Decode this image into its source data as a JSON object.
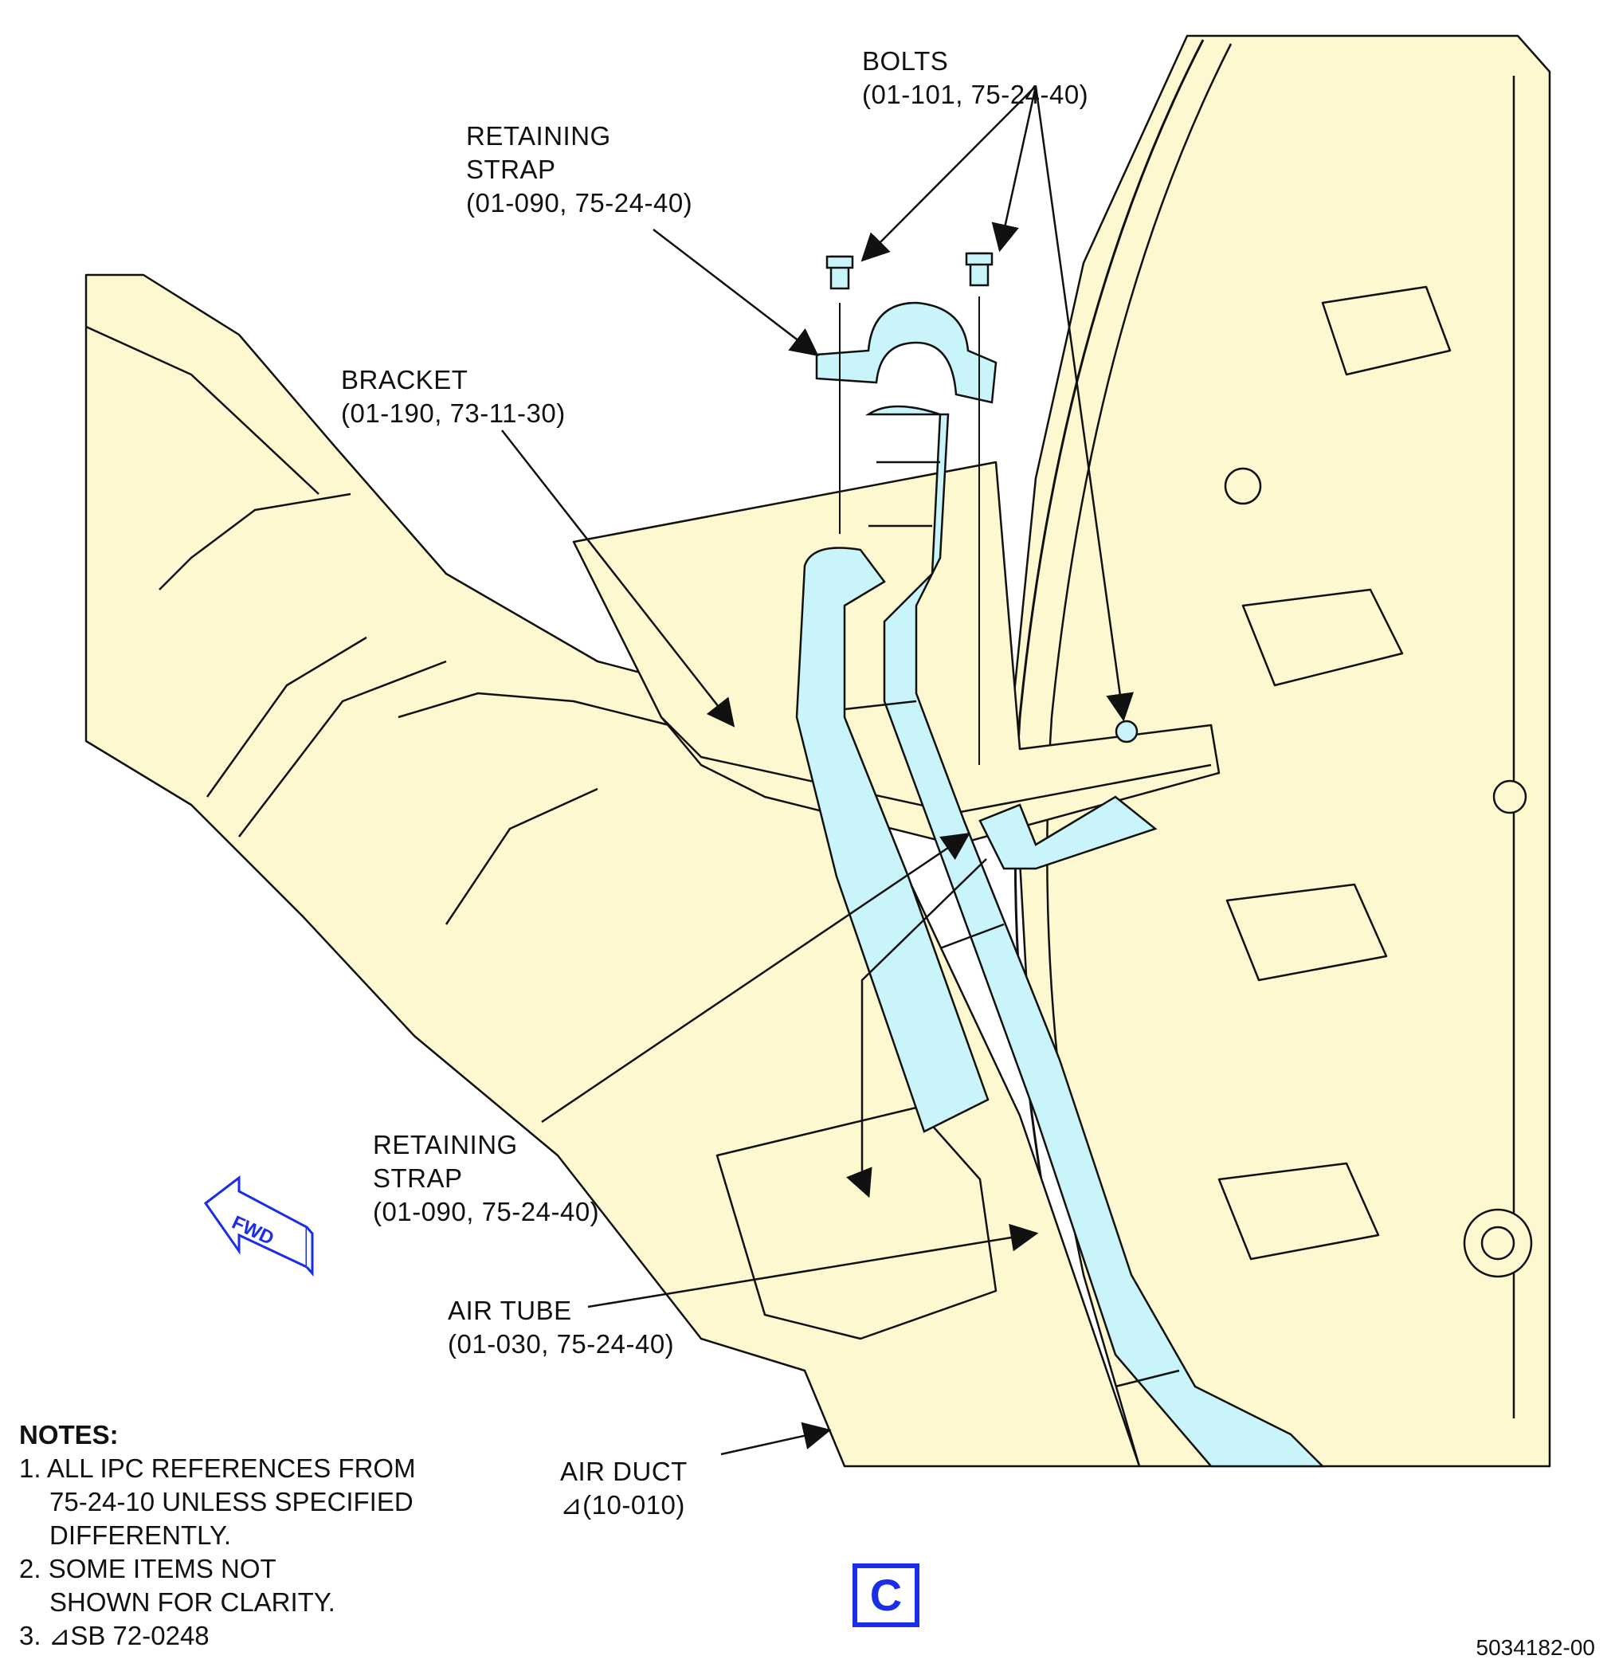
{
  "labels": {
    "bolts": {
      "name": "BOLTS",
      "ref": "(01-101, 75-24-40)"
    },
    "strap_top": {
      "line1": "RETAINING",
      "line2": "STRAP",
      "ref": "(01-090, 75-24-40)"
    },
    "bracket": {
      "name": "BRACKET",
      "ref": "(01-190, 73-11-30)"
    },
    "strap_bottom": {
      "line1": "RETAINING",
      "line2": "STRAP",
      "ref": "(01-090, 75-24-40)"
    },
    "air_tube": {
      "name": "AIR TUBE",
      "ref": "(01-030, 75-24-40)"
    },
    "air_duct": {
      "name": "AIR DUCT",
      "ref": "(10-010)"
    }
  },
  "notes": {
    "title": "NOTES:",
    "n1a": "1. ALL IPC REFERENCES FROM",
    "n1b": "75-24-10 UNLESS SPECIFIED",
    "n1c": "DIFFERENTLY.",
    "n2a": "2. SOME ITEMS NOT",
    "n2b": "SHOWN FOR CLARITY.",
    "n3": "3.",
    "n3ref": "SB 72-0248"
  },
  "fwd_label": "FWD",
  "view_letter": "C",
  "drawing_number": "5034182-00",
  "colors": {
    "part_fill": "#fdf8cf",
    "tube_fill": "#c8f4fa",
    "line": "#111111",
    "accent_blue": "#1a2ee8"
  }
}
